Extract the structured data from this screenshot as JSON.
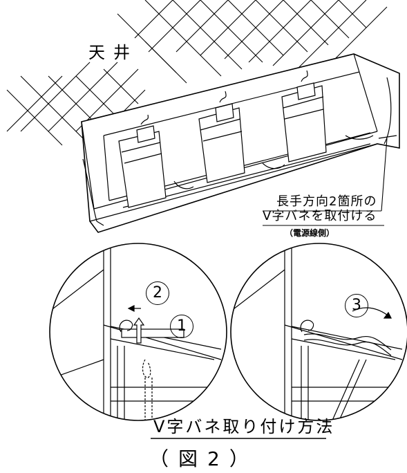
{
  "labels": {
    "ceiling": "天井",
    "note_line1": "長手方向2箇所の",
    "note_line2": "V字バネを取付ける",
    "note_line3": "（電源線側）",
    "method_title": "V字バネ取り付け方法",
    "figure_number": "（図2）"
  },
  "steps": {
    "step1": "1",
    "step2": "2",
    "step3": "3"
  },
  "colors": {
    "line": "#000000",
    "background": "#ffffff"
  }
}
